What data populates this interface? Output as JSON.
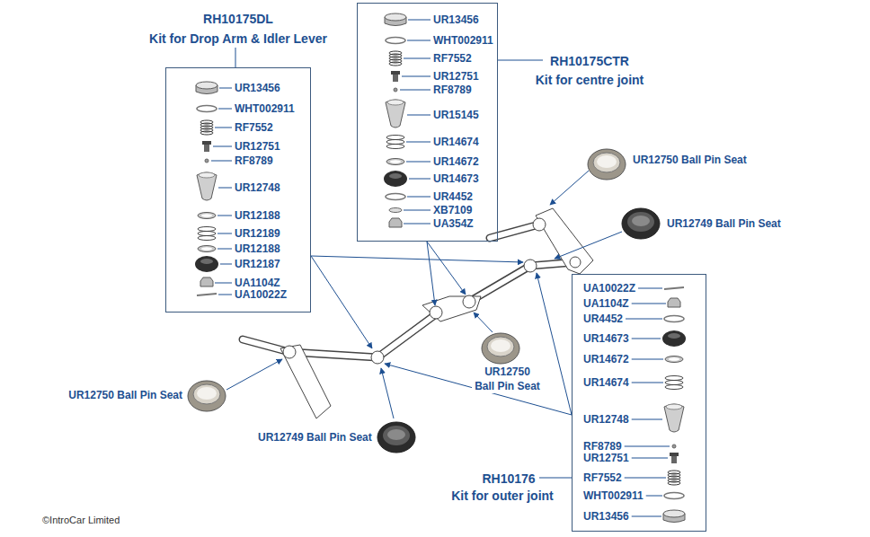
{
  "diagram": {
    "nodes": [
      {
        "text": [
          "RH10175DL",
          "Kit for Drop Arm & Idler Lever",
          "UR13456",
          "WHT002911",
          "RF7552",
          "UR12751",
          "RF8789",
          "UR12748",
          "UR12188",
          "UR12189",
          "UR12188",
          "UR12187",
          "UA1104Z",
          "UA10022Z"
        ]
      },
      {
        "text": [
          "RH10175CTR",
          "Kit for centre joint",
          "UR13456",
          "WHT002911",
          "RF7552",
          "UR12751",
          "RF8789",
          "UR15145",
          "UR14674",
          "UR14672",
          "UR14673",
          "UR4452",
          "XB7109",
          "UA354Z"
        ]
      },
      {
        "text": [
          "RH10176",
          "Kit for outer joint",
          "UA10022Z",
          "UA1104Z",
          "UR4452",
          "UR14673",
          "UR14672",
          "UR14674",
          "UR12748",
          "RF8789",
          "UR12751",
          "RF7552",
          "WHT002911",
          "UR13456"
        ]
      }
    ],
    "labels": [
      "UR12750 Ball Pin Seat",
      "UR12749 Ball Pin Seat",
      "UR12750 Ball Pin Seat",
      "UR12750 Ball Pin Seat",
      "UR12749 Ball Pin Seat",
      "©IntroCar Limited"
    ]
  }
}
